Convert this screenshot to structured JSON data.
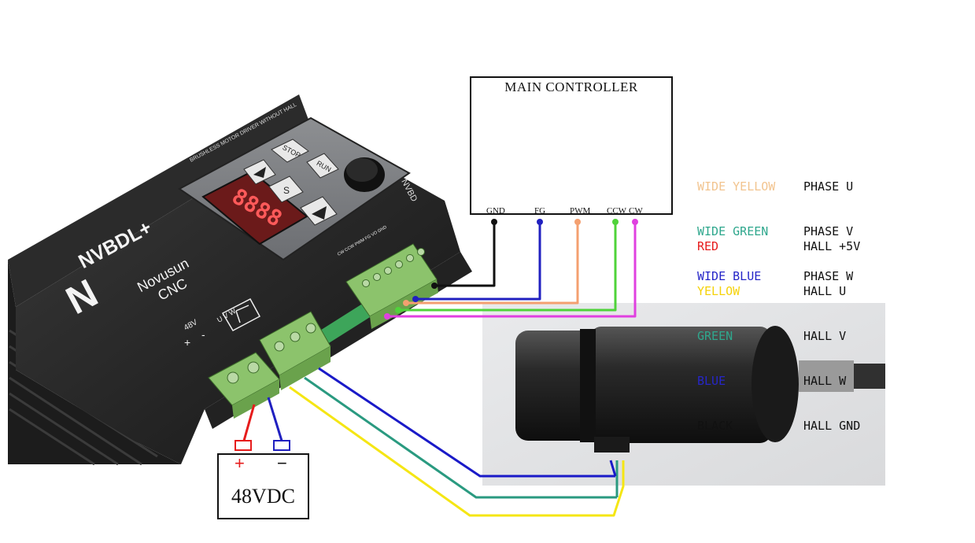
{
  "controller": {
    "title": "MAIN CONTROLLER",
    "pins": [
      "GND",
      "FG",
      "PWM",
      "CCW",
      "CW"
    ]
  },
  "driver": {
    "model": "NVBDL+",
    "brand_line1": "Novusun",
    "brand_line2": "CNC",
    "subtitle": "BRUSHLESS MOTOR DRIVER WITHOUT HALL",
    "voltage_label": "48V",
    "keys": {
      "stop": "STOP",
      "run": "RUN",
      "s": "S"
    },
    "display": "8888",
    "side_text": "NVBD",
    "signal_terminal_labels": "CW CCW PWM FG VO GND",
    "motor_terminal_labels": "U V W"
  },
  "battery": {
    "plus": "+",
    "minus": "−",
    "label": "48VDC"
  },
  "legend": {
    "colors": {
      "wide_yellow": "#f2c48f",
      "wide_green": "#2fa78d",
      "wide_blue": "#2626c8",
      "red": "#e61c1c",
      "yellow": "#f5d20a",
      "green": "#2fa78d",
      "blue": "#2626c8",
      "black": "#111111"
    },
    "rows": [
      {
        "wire": "WIDE YELLOW",
        "signal": "PHASE U",
        "color": "#f2c48f"
      },
      {
        "wire": "WIDE GREEN",
        "signal": "PHASE V",
        "color": "#2fa78d"
      },
      {
        "wire": "WIDE BLUE",
        "signal": "PHASE W",
        "color": "#2626c8"
      },
      {
        "wire": "RED",
        "signal": "HALL +5V",
        "color": "#e61c1c"
      },
      {
        "wire": "YELLOW",
        "signal": "HALL U",
        "color": "#f5d20a"
      },
      {
        "wire": "GREEN",
        "signal": "HALL V",
        "color": "#2fa78d"
      },
      {
        "wire": "BLUE",
        "signal": "HALL W",
        "color": "#2626c8"
      },
      {
        "wire": "BLACK",
        "signal": "HALL GND",
        "color": "#111111"
      }
    ]
  },
  "wire_colors": {
    "gnd": "#111111",
    "fg": "#2020c0",
    "pwm": "#f4a070",
    "ccw": "#4fd33a",
    "cw": "#e040e0",
    "phase_u": "#f5e614",
    "phase_v": "#2a9a80",
    "phase_w": "#1a1ac8",
    "batt_plus": "#e61c1c",
    "batt_minus": "#2020c0"
  }
}
